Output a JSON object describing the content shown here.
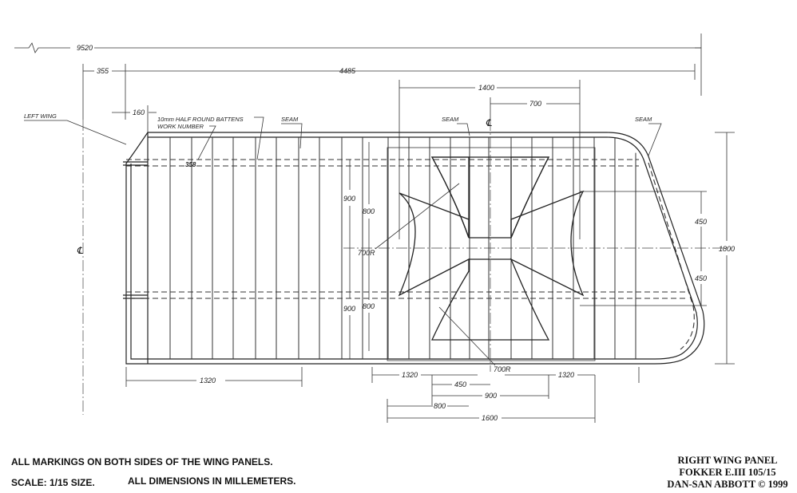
{
  "drawing": {
    "dimensions": {
      "span": "9520",
      "panel": "4485",
      "root": "355",
      "batten": "160",
      "cross_width": "1400",
      "cross_half": "700",
      "chord": "1800",
      "spar_fwd": "900",
      "spar_aft": "900",
      "arm_fwd": "800",
      "arm_aft": "800",
      "te_upper": "450",
      "te_lower": "450",
      "bottom_left": "1320",
      "bottom_mid": "1320",
      "bottom_right": "1320",
      "b_450": "450",
      "b_900": "900",
      "b_800": "800",
      "b_1600": "1600",
      "radius_1": "700R",
      "radius_2": "700R"
    },
    "labels": {
      "left_wing": "LEFT WING",
      "battens": "10mm HALF ROUND BATTENS",
      "work_number": "WORK NUMBER",
      "seam_1": "SEAM",
      "seam_2": "SEAM",
      "seam_3": "SEAM",
      "serial": "358",
      "centerline": "℄"
    }
  },
  "notes": {
    "markings": "ALL MARKINGS ON BOTH SIDES OF THE WING PANELS.",
    "scale": "SCALE: 1/15 SIZE.",
    "dimensions": "ALL DIMENSIONS IN MILLEMETERS."
  },
  "title_block": {
    "line1": "RIGHT WING PANEL",
    "line2": "FOKKER  E.III 105/15",
    "line3": "DAN-SAN ABBOTT © 1999"
  }
}
